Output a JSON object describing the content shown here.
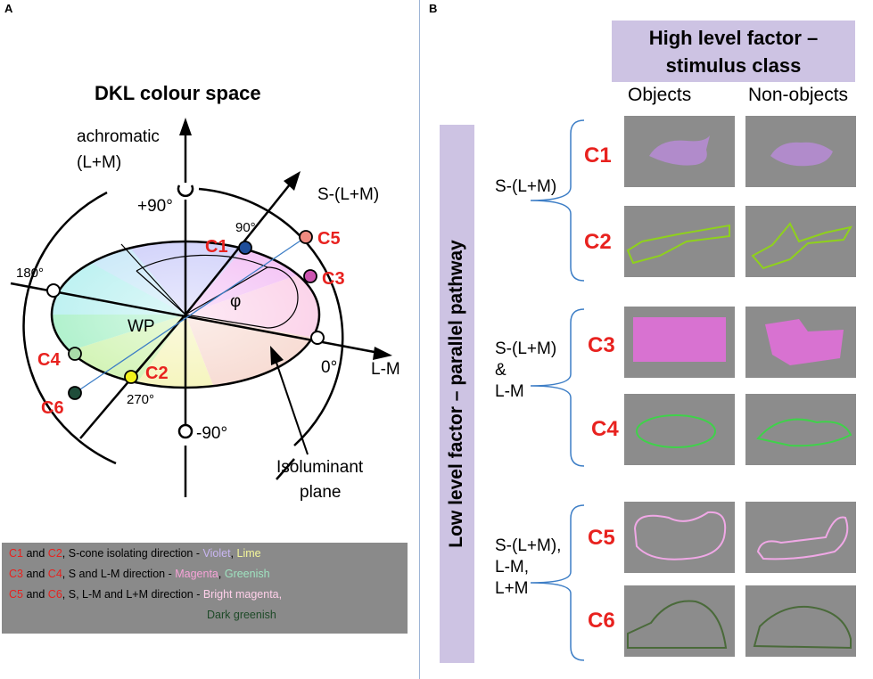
{
  "panel_a": {
    "letter": "A",
    "title": "DKL colour space",
    "axis_achromatic": "achromatic",
    "axis_achromatic_sub": "(L+M)",
    "axis_s": "S-(L+M)",
    "axis_lm": "L-M",
    "deg_plus90": "+90°",
    "deg_90": "90°",
    "deg_180": "180°",
    "deg_0": "0°",
    "deg_270": "270°",
    "deg_minus90": "-90°",
    "phi": "φ",
    "wp": "WP",
    "iso_line1": "Isoluminant",
    "iso_line2": "plane",
    "c1": "C1",
    "c2": "C2",
    "c3": "C3",
    "c4": "C4",
    "c5": "C5",
    "c6": "C6",
    "legend": {
      "r1_a": "C1",
      "r1_and": " and ",
      "r1_b": "C2",
      "r1_text": ", S-cone isolating direction - ",
      "r1_c1": "Violet",
      "r1_sep": ", ",
      "r1_c2": "Lime",
      "r2_a": "C3",
      "r2_and": " and ",
      "r2_b": "C4",
      "r2_text": ", S and L-M direction  - ",
      "r2_c1": "Magenta",
      "r2_sep": ", ",
      "r2_c2": "Greenish",
      "r3_a": "C5",
      "r3_and": " and ",
      "r3_b": "C6",
      "r3_text": ", S, L-M and L+M direction - ",
      "r3_c1": "Bright magenta,",
      "r4_c2": "Dark greenish"
    },
    "colors": {
      "c1": "#1f4e9a",
      "c2": "#f2f21c",
      "c3": "#cc55b0",
      "c4": "#a8dca8",
      "c5": "#f08a80",
      "c6": "#1f4d3a",
      "violet": "#c9b6f2",
      "lime": "#f4f79a",
      "magenta": "#f7a3d8",
      "greenish": "#9fe3c0",
      "bright_magenta": "#ffd0ea",
      "dark_greenish": "#1e4a28"
    }
  },
  "panel_b": {
    "letter": "B",
    "high_level_line1": "High level factor –",
    "high_level_line2": "stimulus class",
    "col_objects": "Objects",
    "col_nonobjects": "Non-objects",
    "low_level": "Low level factor – parallel pathway",
    "group1": [
      "S-(L+M)"
    ],
    "group2": [
      "S-(L+M)",
      "&",
      "L-M"
    ],
    "group3": [
      "S-(L+M),",
      "L-M,",
      "L+M"
    ],
    "rows": [
      "C1",
      "C2",
      "C3",
      "C4",
      "C5",
      "C6"
    ],
    "row_colors": [
      "#c08ae6",
      "#8fd11c",
      "#f26ae8",
      "#3fd24a",
      "#f0a8e6",
      "#4a6a3a"
    ]
  }
}
